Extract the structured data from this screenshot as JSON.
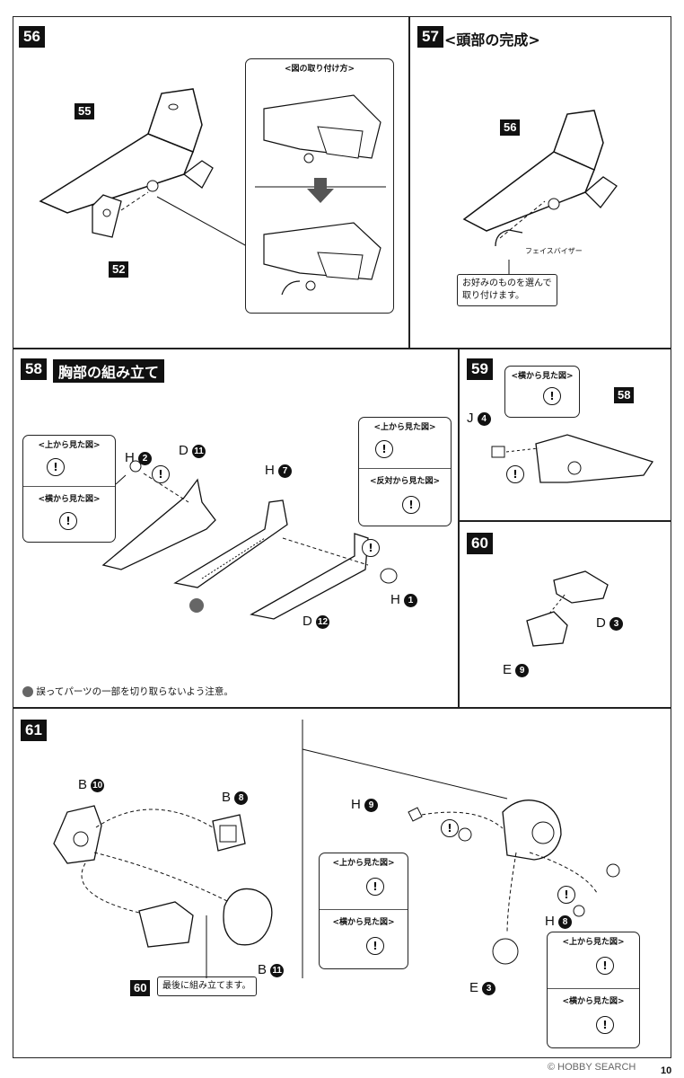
{
  "steps": {
    "s56": {
      "num": "56",
      "parts": {
        "a": "55",
        "b": "52"
      },
      "callout_title": "<図の取り付け方>"
    },
    "s57": {
      "num": "57",
      "title": "<頭部の完成>",
      "part": "56",
      "visor_label": "フェイスバイザー",
      "note_line1": "お好みのものを選んで",
      "note_line2": "取り付けます。"
    },
    "s58": {
      "num": "58",
      "title": "胸部の組み立て",
      "left_callout": {
        "top": "<上から見た図>",
        "bottom": "<横から見た図>"
      },
      "right_callout": {
        "top": "<上から見た図>",
        "bottom": "<反対から見た図>"
      },
      "labels": {
        "h2_letter": "H",
        "h2_num": "2",
        "d11_letter": "D",
        "d11_num": "11",
        "h7_letter": "H",
        "h7_num": "7",
        "h1_letter": "H",
        "h1_num": "1",
        "d12_letter": "D",
        "d12_num": "12"
      },
      "caution": "誤ってパーツの一部を切り取らないよう注意。"
    },
    "s59": {
      "num": "59",
      "callout_title": "<横から見た図>",
      "j4_letter": "J",
      "j4_num": "4",
      "part": "58"
    },
    "s60": {
      "num": "60",
      "d3_letter": "D",
      "d3_num": "3",
      "e9_letter": "E",
      "e9_num": "9"
    },
    "s61": {
      "num": "61",
      "labels": {
        "b10_letter": "B",
        "b10_num": "10",
        "b8_letter": "B",
        "b8_num": "8",
        "b11_letter": "B",
        "b11_num": "11",
        "h9_letter": "H",
        "h9_num": "9",
        "h8_letter": "H",
        "h8_num": "8",
        "e3_letter": "E",
        "e3_num": "3"
      },
      "part": "60",
      "note": "最後に組み立てます。",
      "left_callout": {
        "top": "<上から見た図>",
        "bottom": "<横から見た図>"
      },
      "right_callout": {
        "top": "<上から見た図>",
        "bottom": "<横から見た図>"
      }
    }
  },
  "footer": {
    "watermark": "© HOBBY SEARCH",
    "page": "10"
  },
  "icons": [
    "exclamation-icon",
    "arrow-down-icon",
    "caution-icon",
    "pivot-icon"
  ]
}
